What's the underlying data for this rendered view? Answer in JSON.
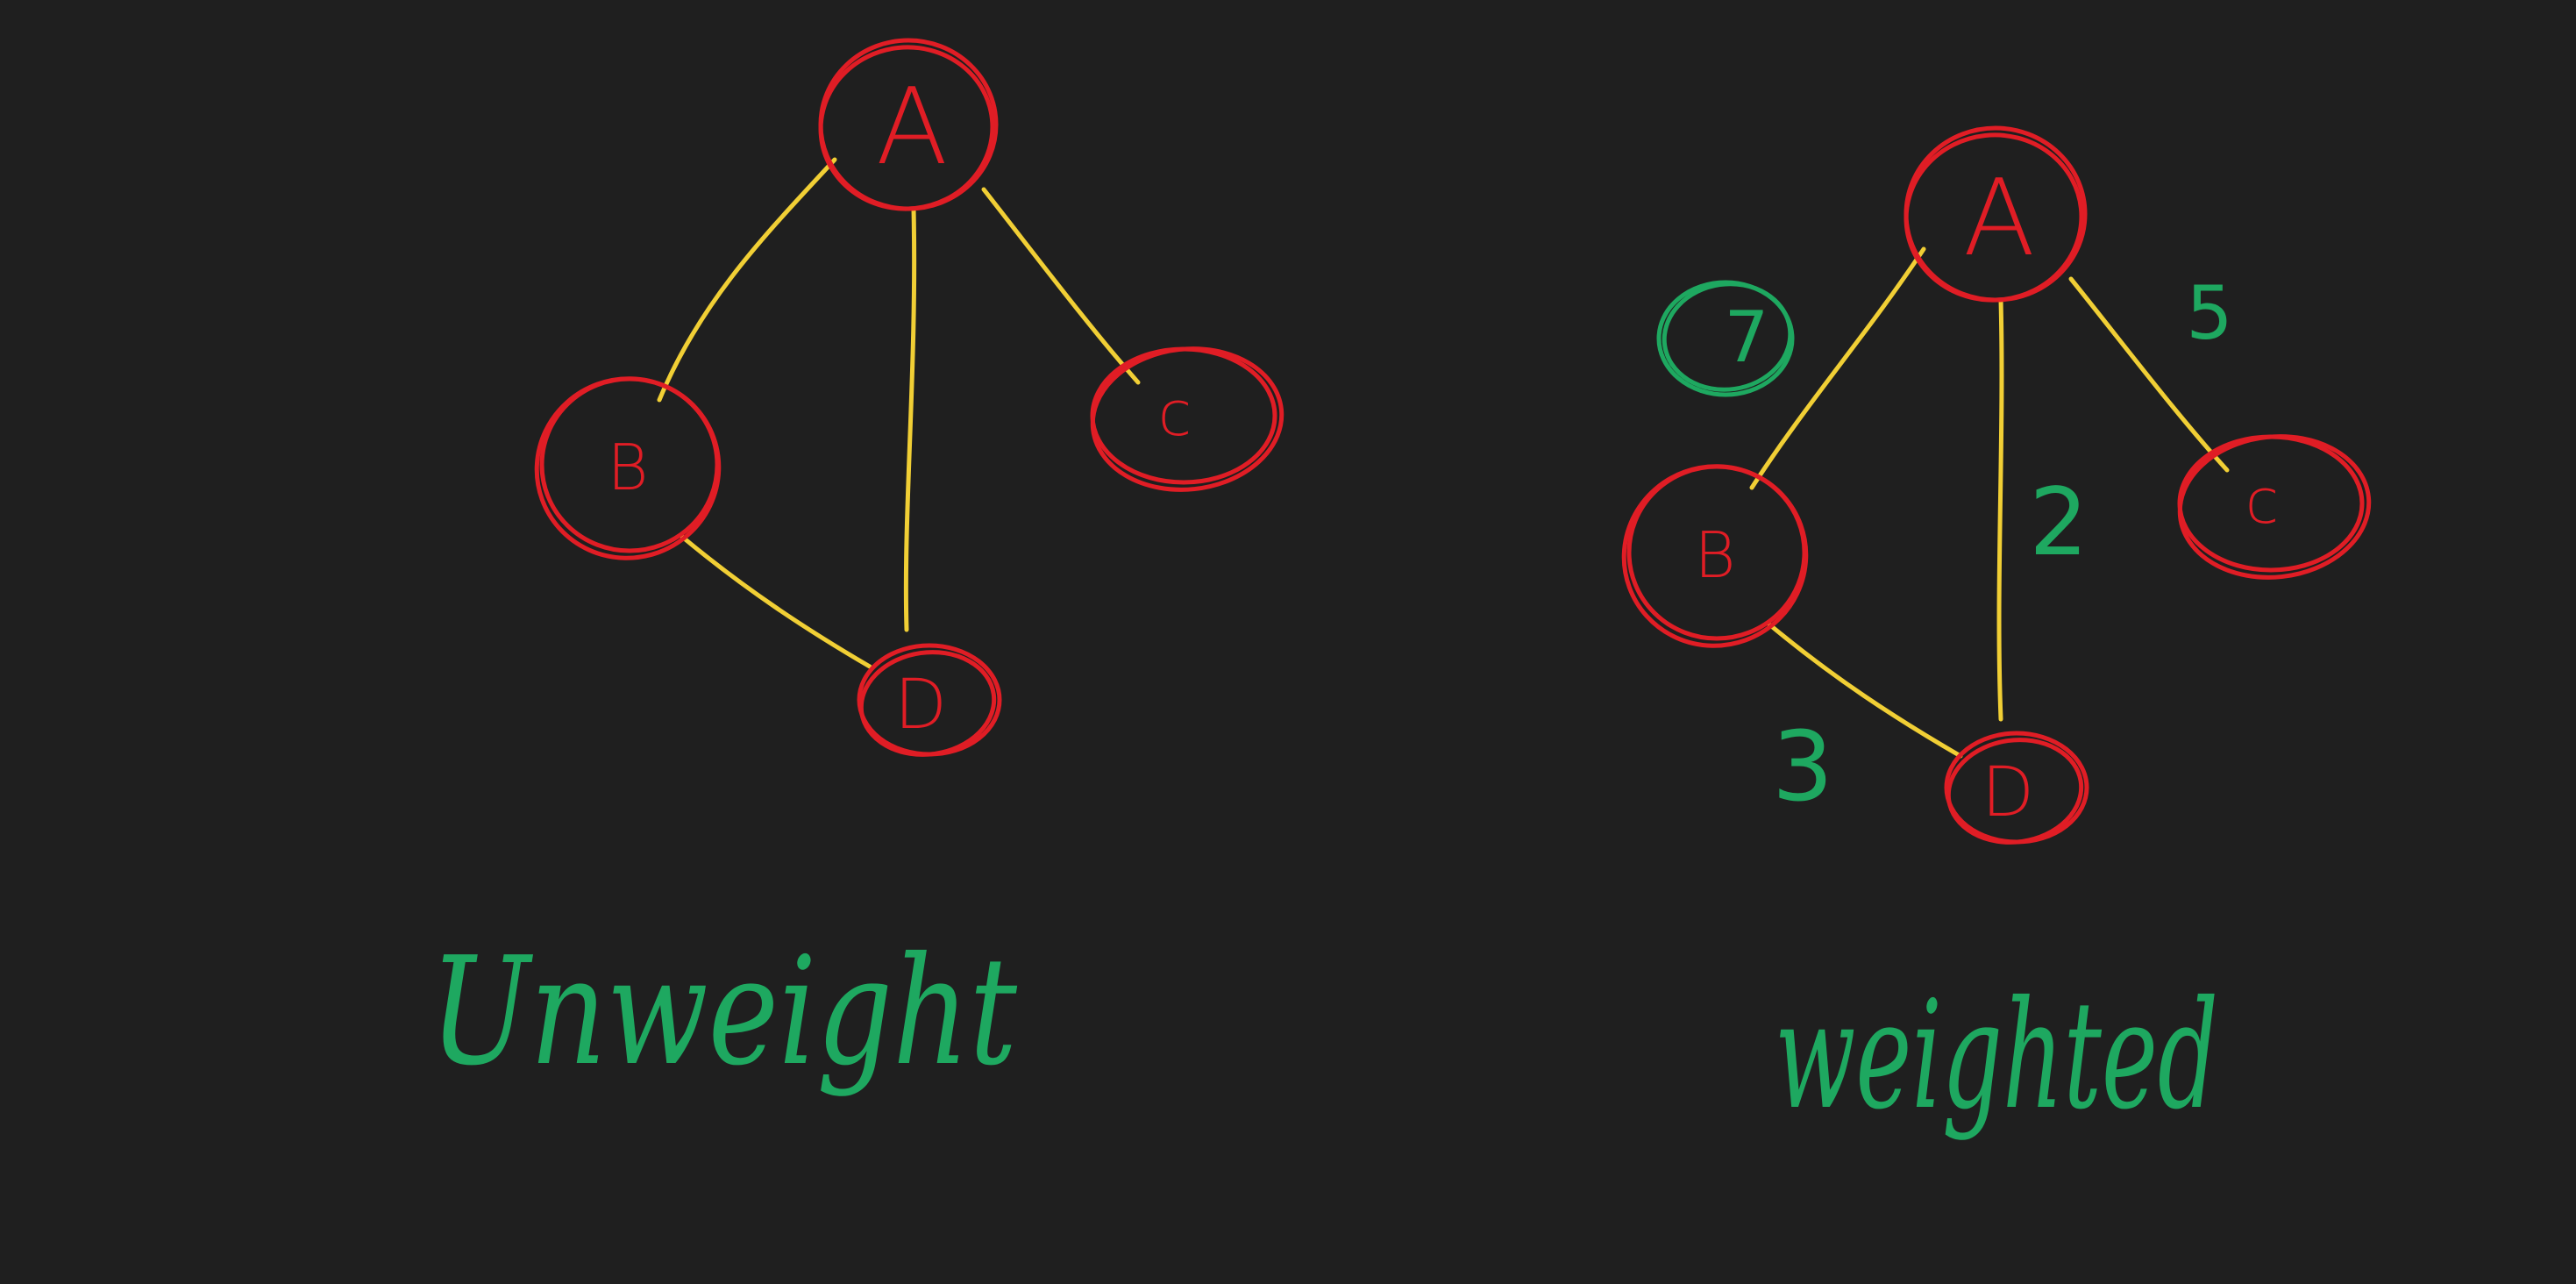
{
  "colors": {
    "background": "#1f1f1f",
    "node": "#e01d25",
    "edge": "#f1cf35",
    "label": "#1ea860"
  },
  "graphs": [
    {
      "caption": "Unweight",
      "nodes": [
        {
          "id": "A",
          "label": "A"
        },
        {
          "id": "B",
          "label": "B"
        },
        {
          "id": "C",
          "label": "c"
        },
        {
          "id": "D",
          "label": "D"
        }
      ],
      "edges": [
        {
          "from": "A",
          "to": "B"
        },
        {
          "from": "A",
          "to": "D"
        },
        {
          "from": "A",
          "to": "C"
        },
        {
          "from": "B",
          "to": "D"
        }
      ]
    },
    {
      "caption": "weighted",
      "nodes": [
        {
          "id": "A",
          "label": "A"
        },
        {
          "id": "B",
          "label": "B"
        },
        {
          "id": "C",
          "label": "c"
        },
        {
          "id": "D",
          "label": "D"
        }
      ],
      "edges": [
        {
          "from": "A",
          "to": "B",
          "weight": "7"
        },
        {
          "from": "A",
          "to": "D",
          "weight": "2"
        },
        {
          "from": "A",
          "to": "C",
          "weight": "5"
        },
        {
          "from": "B",
          "to": "D",
          "weight": "3"
        }
      ]
    }
  ]
}
